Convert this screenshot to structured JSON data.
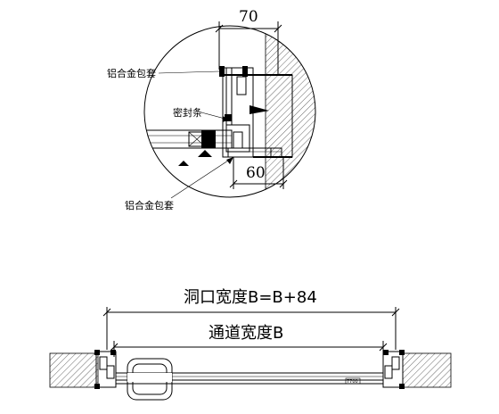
{
  "detail": {
    "dim_top": "70",
    "dim_bottom": "60",
    "label_top_left": "铝合金包套",
    "label_seal": "密封条",
    "label_bottom_left": "铝合金包套"
  },
  "elevation": {
    "opening_width_label": "洞口宽度B=B+84",
    "passage_width_label": "通道宽度B",
    "tiny_mark": "7700"
  }
}
